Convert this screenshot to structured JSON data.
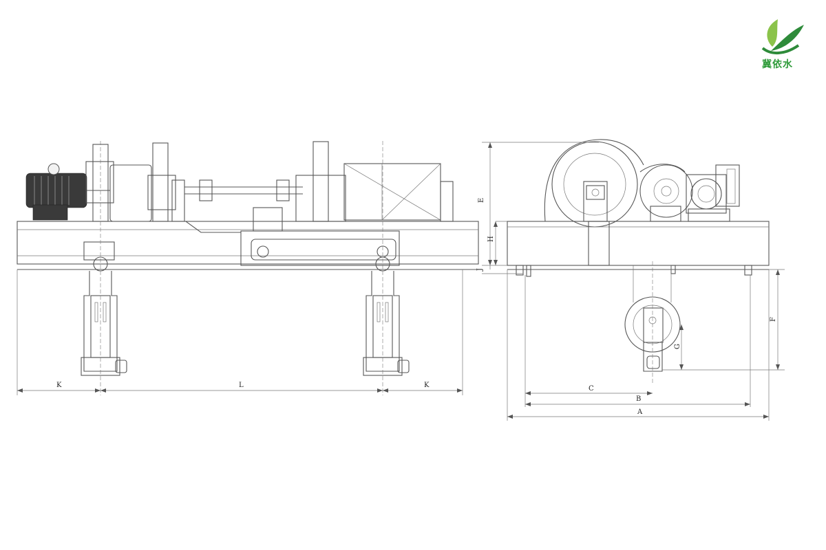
{
  "logo": {
    "text": "冀依水",
    "colors": {
      "leaf_light": "#8bc34a",
      "leaf_dark": "#2e8b3a"
    }
  },
  "left_view": {
    "dimensions": {
      "k_left": "K",
      "l_center": "L",
      "k_right": "K"
    }
  },
  "right_view": {
    "dimensions": {
      "e": "E",
      "h": "H",
      "j": "J",
      "f": "F",
      "g": "G",
      "c": "C",
      "b": "B",
      "a": "A"
    }
  },
  "colors": {
    "line": "#555555",
    "background": "#ffffff"
  }
}
